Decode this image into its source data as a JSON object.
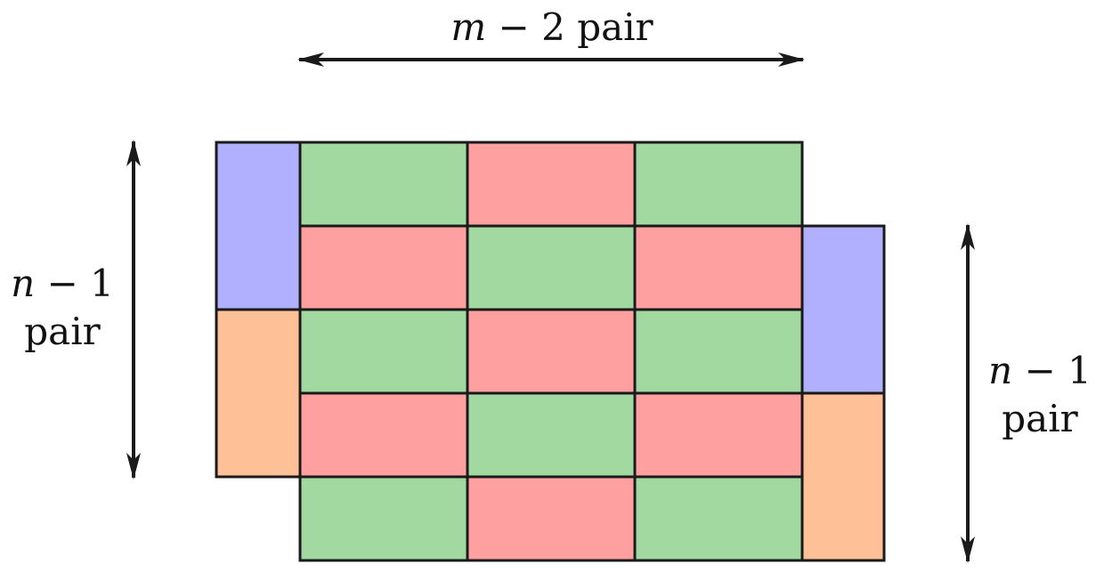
{
  "colors": {
    "green": "#a2d9a0",
    "red": "#ffa0a0",
    "blue": "#b0b0ff",
    "orange": "#fec096",
    "stroke": "#1a1a1a"
  },
  "labels": {
    "top": {
      "var": "m",
      "op": "−",
      "num": "2",
      "word": "pair"
    },
    "left": {
      "var": "n",
      "op": "−",
      "num": "1",
      "word": "pair"
    },
    "right": {
      "var": "n",
      "op": "−",
      "num": "1",
      "word": "pair"
    }
  }
}
